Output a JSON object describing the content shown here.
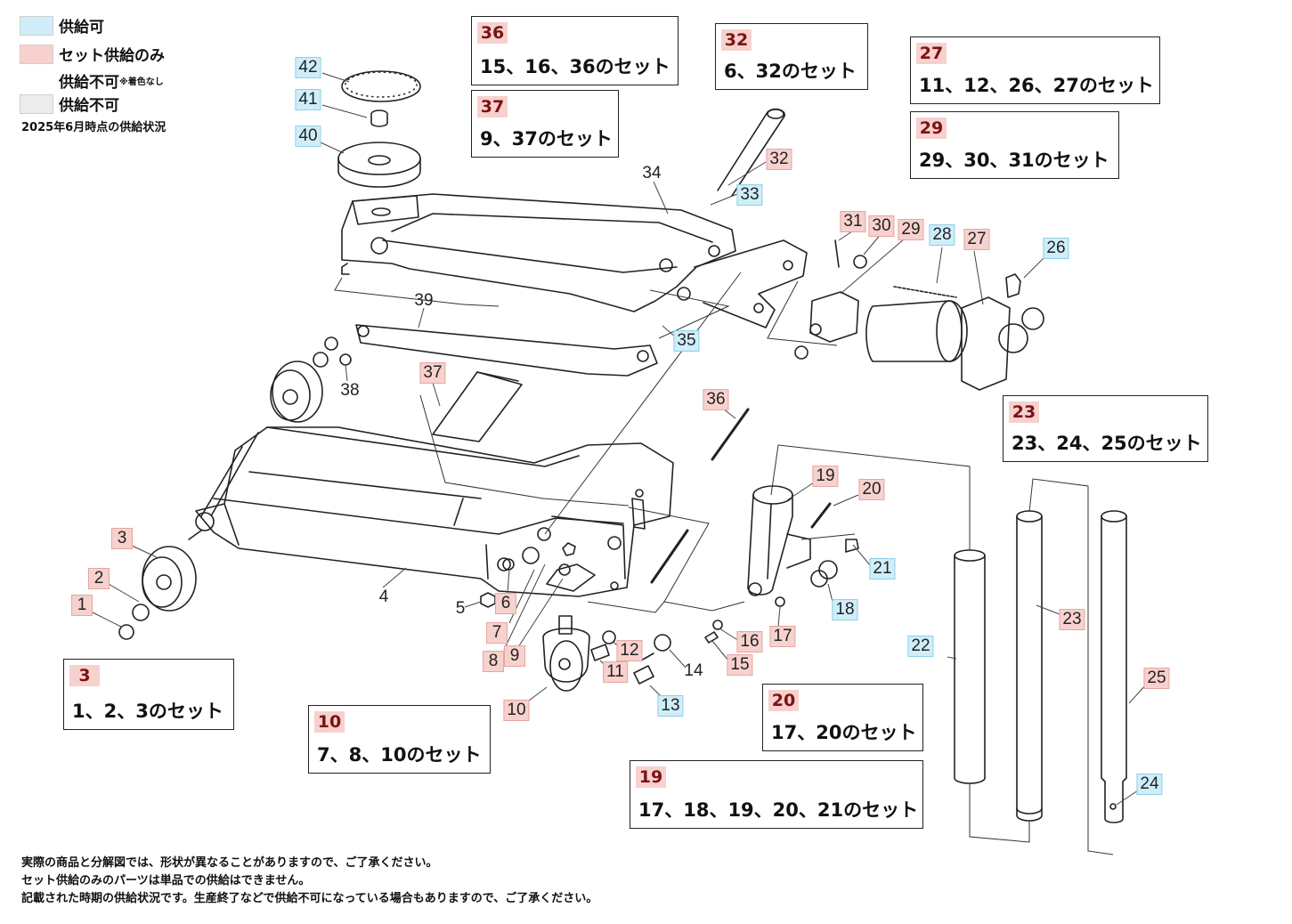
{
  "legend": {
    "items": [
      {
        "label": "供給可",
        "color": "#cfeefa"
      },
      {
        "label": "セット供給のみ",
        "color": "#f7d1cd"
      },
      {
        "label": "供給不可",
        "note": "※着色なし",
        "color": "#ffffff"
      },
      {
        "label": "供給不可",
        "color": "#ececec"
      }
    ],
    "date": "2025年6月時点の供給状況"
  },
  "sets": [
    {
      "id": "36",
      "text": "15、16、36のセット"
    },
    {
      "id": "37",
      "text": "9、37のセット"
    },
    {
      "id": "32",
      "text": "6、32のセット"
    },
    {
      "id": "27",
      "text": "11、12、26、27のセット"
    },
    {
      "id": "29",
      "text": "29、30、31のセット"
    },
    {
      "id": "23",
      "text": "23、24、25のセット"
    },
    {
      "id": "3",
      "text": "1、2、3のセット"
    },
    {
      "id": "10",
      "text": "7、8、10のセット"
    },
    {
      "id": "20",
      "text": "17、20のセット"
    },
    {
      "id": "19",
      "text": "17、18、19、20、21のセット"
    }
  ],
  "parts": [
    {
      "n": "1",
      "status": "red"
    },
    {
      "n": "2",
      "status": "red"
    },
    {
      "n": "3",
      "status": "red"
    },
    {
      "n": "4",
      "status": "none"
    },
    {
      "n": "5",
      "status": "none"
    },
    {
      "n": "6",
      "status": "red"
    },
    {
      "n": "7",
      "status": "red"
    },
    {
      "n": "8",
      "status": "red"
    },
    {
      "n": "9",
      "status": "red"
    },
    {
      "n": "10",
      "status": "red"
    },
    {
      "n": "11",
      "status": "red"
    },
    {
      "n": "12",
      "status": "red"
    },
    {
      "n": "13",
      "status": "blue"
    },
    {
      "n": "14",
      "status": "none"
    },
    {
      "n": "15",
      "status": "red"
    },
    {
      "n": "16",
      "status": "red"
    },
    {
      "n": "17",
      "status": "red"
    },
    {
      "n": "18",
      "status": "blue"
    },
    {
      "n": "19",
      "status": "red"
    },
    {
      "n": "20",
      "status": "red"
    },
    {
      "n": "21",
      "status": "blue"
    },
    {
      "n": "22",
      "status": "blue"
    },
    {
      "n": "23",
      "status": "red"
    },
    {
      "n": "24",
      "status": "blue"
    },
    {
      "n": "25",
      "status": "red"
    },
    {
      "n": "26",
      "status": "blue"
    },
    {
      "n": "27",
      "status": "red"
    },
    {
      "n": "28",
      "status": "blue"
    },
    {
      "n": "29",
      "status": "red"
    },
    {
      "n": "30",
      "status": "red"
    },
    {
      "n": "31",
      "status": "red"
    },
    {
      "n": "32",
      "status": "red"
    },
    {
      "n": "33",
      "status": "blue"
    },
    {
      "n": "34",
      "status": "none"
    },
    {
      "n": "35",
      "status": "blue"
    },
    {
      "n": "36",
      "status": "red"
    },
    {
      "n": "37",
      "status": "red"
    },
    {
      "n": "38",
      "status": "none"
    },
    {
      "n": "39",
      "status": "none"
    },
    {
      "n": "40",
      "status": "blue"
    },
    {
      "n": "41",
      "status": "blue"
    },
    {
      "n": "42",
      "status": "blue"
    }
  ],
  "notes": [
    "実際の商品と分解図では、形状が異なることがありますので、ご了承ください。",
    "セット供給のみのパーツは単品での供給はできません。",
    "記載された時期の供給状況です。生産終了などで供給不可になっている場合もありますので、ご了承ください。"
  ]
}
